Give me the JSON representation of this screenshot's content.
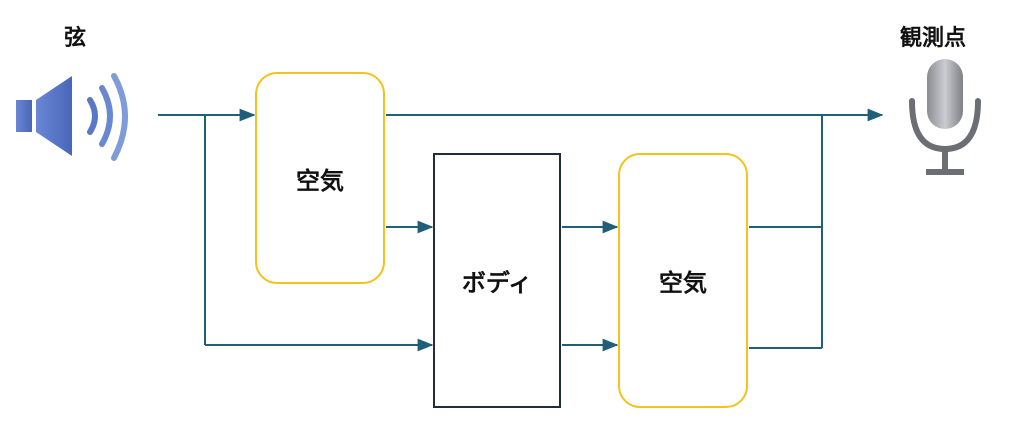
{
  "diagram": {
    "source_label": "弦",
    "observer_label": "観測点",
    "air_block_1_label": "空気",
    "body_block_label": "ボディ",
    "air_block_2_label": "空気"
  },
  "icons": {
    "source": "speaker-icon",
    "observer": "microphone-icon"
  },
  "colors": {
    "line": "#1f5f7a",
    "air_border": "#f5c21b",
    "body_border": "#1f2d3d",
    "speaker_blue": "#5a78c8",
    "mic_gray": "#6b6e73"
  }
}
